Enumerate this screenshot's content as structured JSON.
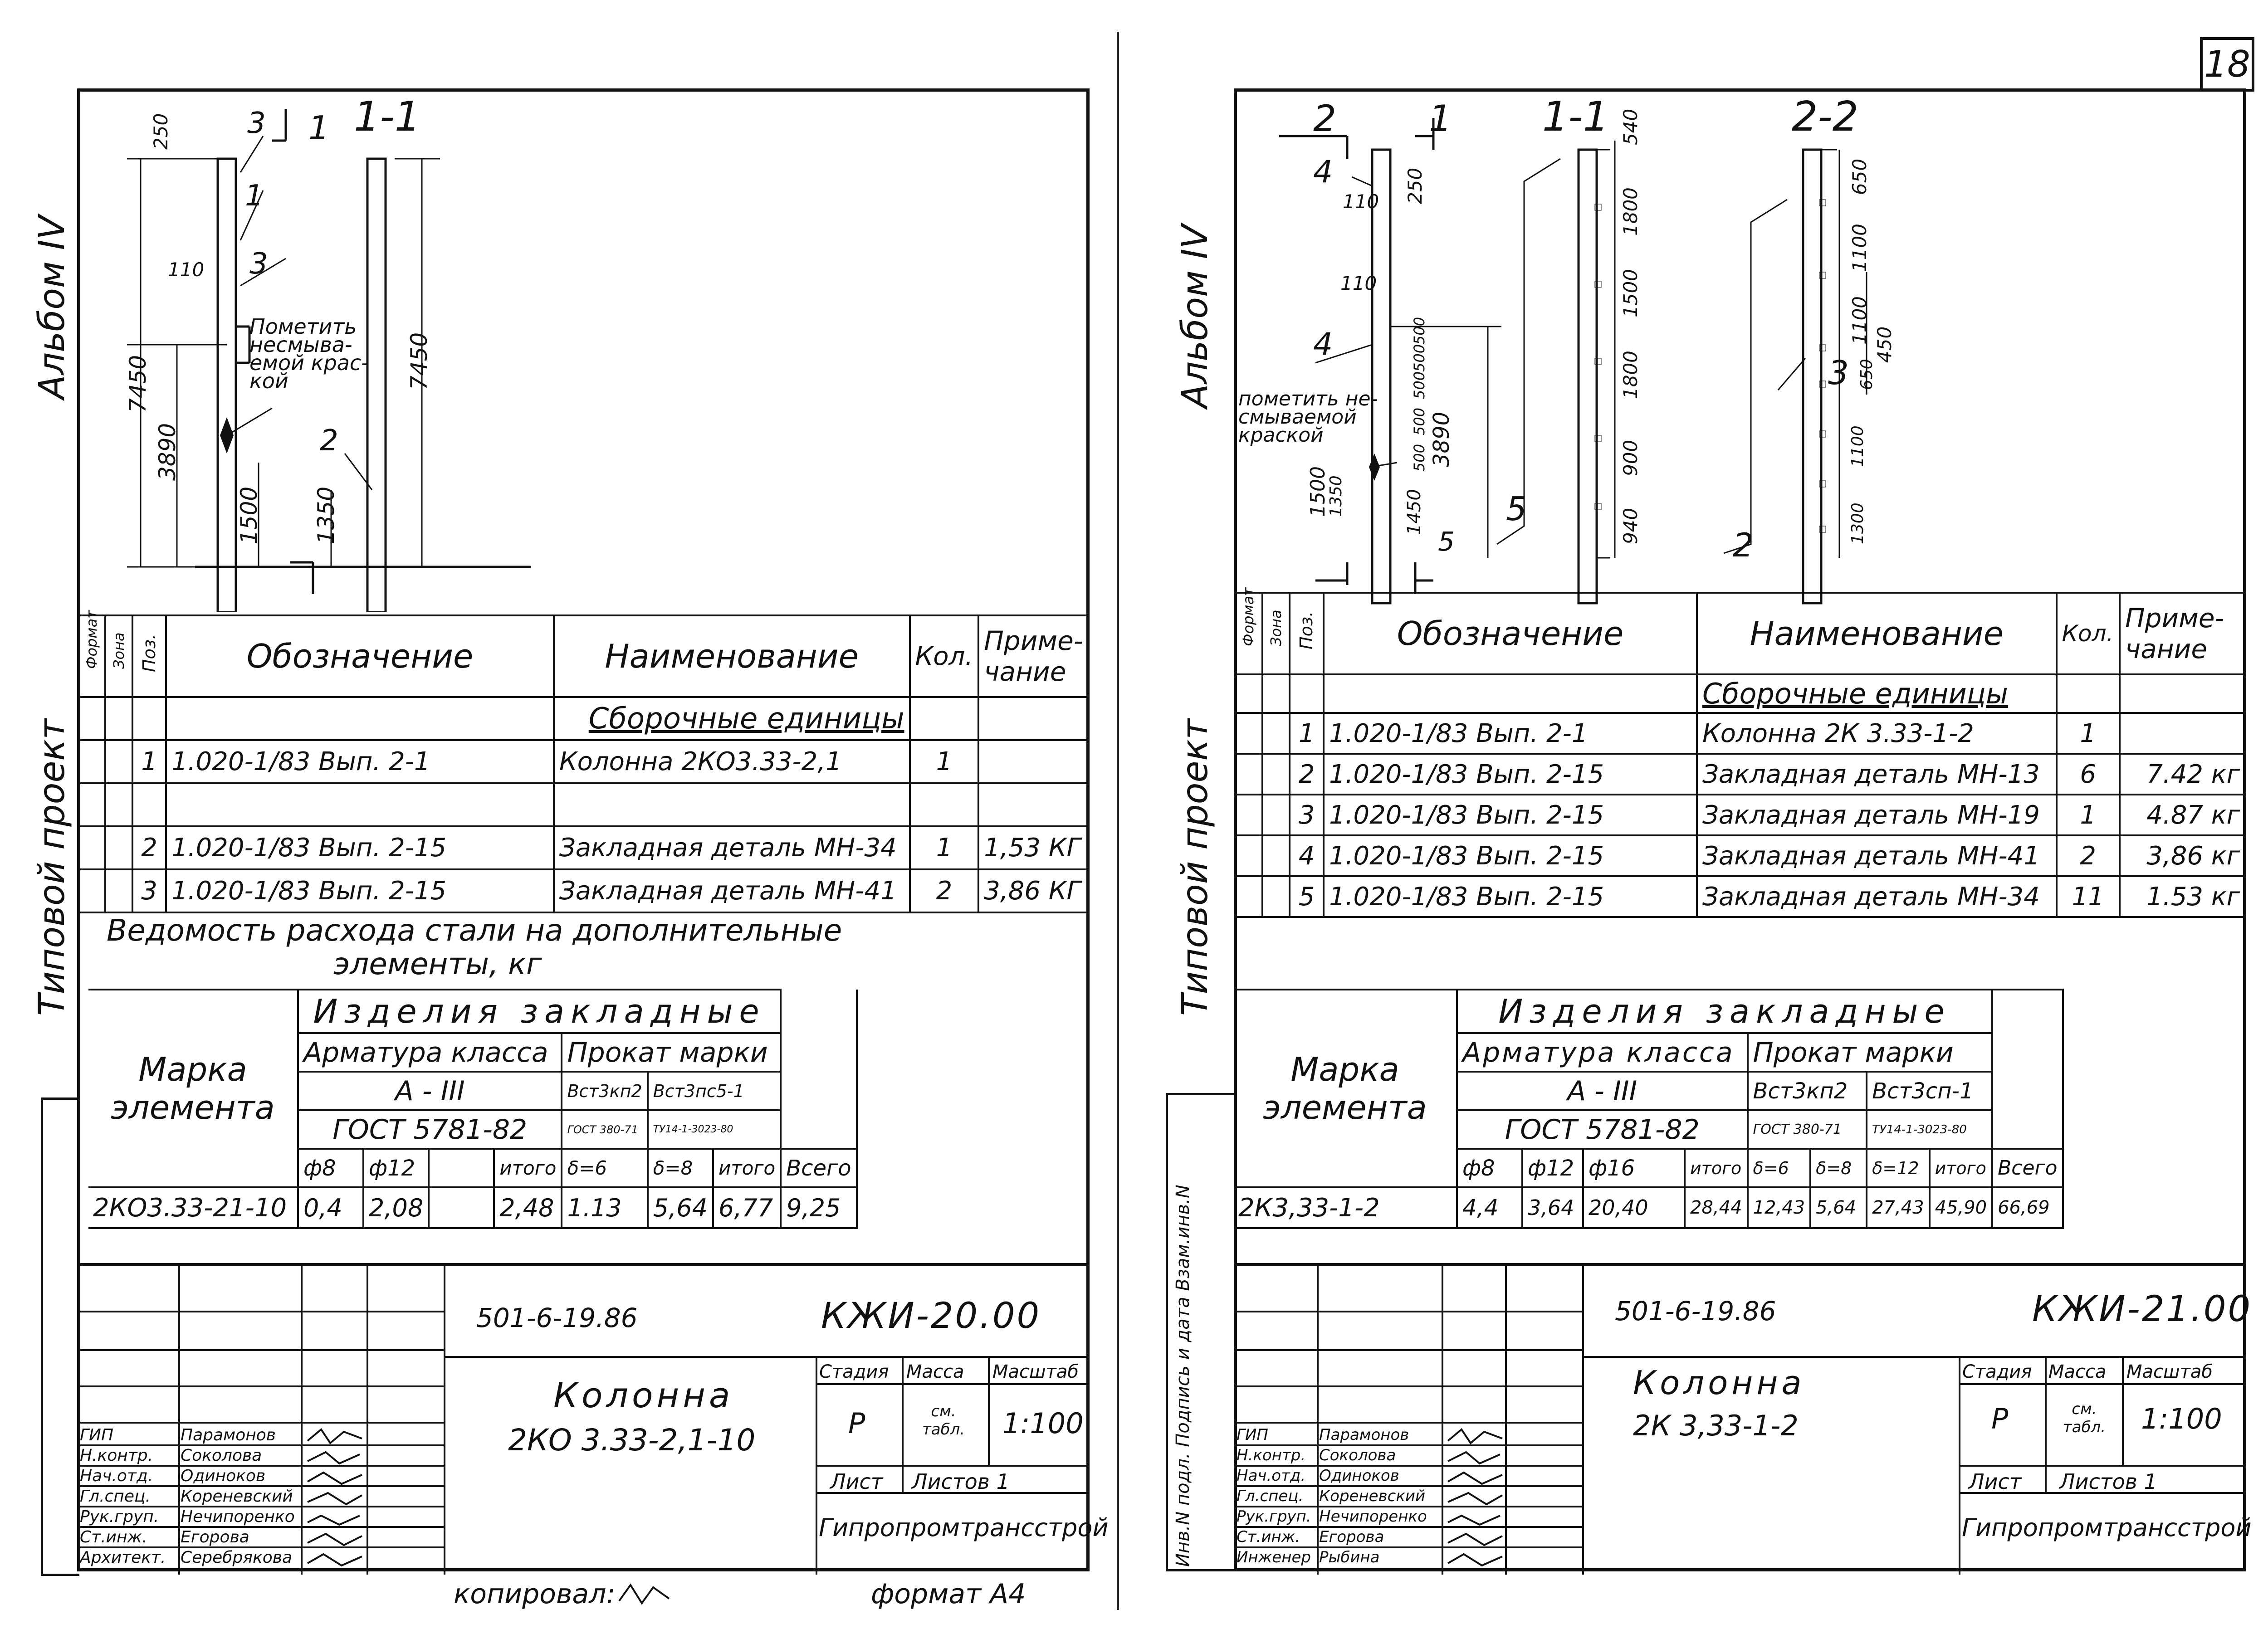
{
  "top": {
    "page_number": "18"
  },
  "left": {
    "side": {
      "album": "Альбом IV",
      "project": "Типовой проект"
    },
    "views": {
      "v1": "1",
      "v11": "1-1",
      "p3a": "3",
      "p1": "1",
      "p3b": "3",
      "p2": "2",
      "note": [
        "Пометить",
        "несмыва-",
        "емой крас-",
        "кой"
      ],
      "dims": [
        "250",
        "110",
        "7450",
        "3890",
        "1500",
        "7450",
        "1350"
      ]
    },
    "spec": {
      "headers": {
        "format": "Формат",
        "zone": "Зона",
        "pos": "Поз.",
        "designation": "Обозначение",
        "name": "Наименование",
        "qty": "Кол.",
        "note": "Приме-чание"
      },
      "section": "Сборочные единицы",
      "rows": [
        {
          "pos": "1",
          "designation": "1.020-1/83 Вып. 2-1",
          "name": "Колонна 2КО3.33-2,1",
          "qty": "1",
          "note": ""
        },
        {
          "pos": "2",
          "designation": "1.020-1/83 Вып. 2-15",
          "name": "Закладная деталь МН-34",
          "qty": "1",
          "note": "1,53 КГ"
        },
        {
          "pos": "3",
          "designation": "1.020-1/83 Вып. 2-15",
          "name": "Закладная деталь МН-41",
          "qty": "2",
          "note": "3,86 КГ"
        }
      ]
    },
    "steel": {
      "title1": "Ведомость расхода стали на дополнительные",
      "title2": "элементы, кг",
      "mark": "Марка элемента",
      "items": "Изделия закладные",
      "rebar": "Арматура класса",
      "profile": "Прокат марки",
      "total": "Всего",
      "class": "А - III",
      "p1": "Вст3кп2",
      "p2": "Вст3пс5-1",
      "gost": "ГОСТ 5781-82",
      "g1": "ГОСТ 380-71",
      "g2": "ТУ14-1-3023-80",
      "h": [
        "ф8",
        "ф12",
        "",
        "итого",
        "δ=6",
        "δ=8",
        "итого"
      ],
      "row": [
        "2КО3.33-21-10",
        "0,4",
        "2,08",
        "",
        "2,48",
        "1.13",
        "5,64",
        "6,77",
        "9,25"
      ]
    },
    "title_block": {
      "code": "501-6-19.86",
      "sheet": "КЖИ-20.00",
      "name1": "Колонна",
      "name2": "2КО 3.33-2,1-10",
      "stage_h": "Стадия",
      "mass_h": "Масса",
      "scale_h": "Масштаб",
      "stage": "Р",
      "mass": "см. табл.",
      "scale": "1:100",
      "list_h": "Лист",
      "lists_h": "Листов 1",
      "org": "Гипропромтрансстрой",
      "roles": [
        {
          "role": "ГИП",
          "name": "Парамонов"
        },
        {
          "role": "Н.контр.",
          "name": "Соколова"
        },
        {
          "role": "Нач.отд.",
          "name": "Одиноков"
        },
        {
          "role": "Гл.спец.",
          "name": "Кореневский"
        },
        {
          "role": "Рук.груп.",
          "name": "Нечипоренко"
        },
        {
          "role": "Ст.инж.",
          "name": "Егорова"
        },
        {
          "role": "Архитект.",
          "name": "Серебрякова"
        }
      ]
    },
    "footer": {
      "copied": "копировал:",
      "format": "формат А4"
    }
  },
  "right": {
    "side": {
      "album": "Альбом IV",
      "project": "Типовой проект",
      "stamp": "Инв.N подл. Подпись и дата Взам.инв.N"
    },
    "views": {
      "v2": "2",
      "v1": "1",
      "v11": "1-1",
      "v22": "2-2",
      "p4a": "4",
      "p4b": "4",
      "p5": "5",
      "p2": "2",
      "p3": "3",
      "p5b": "5",
      "note": [
        "пометить не-",
        "смываемой",
        "краской"
      ],
      "dims": [
        "250",
        "110",
        "110",
        "540",
        "1800",
        "1500",
        "1800",
        "900",
        "940",
        "650",
        "1100",
        "1100",
        "650",
        "1100",
        "1300",
        "450",
        "3890",
        "1500",
        "1350",
        "1450",
        "500",
        "500",
        "500",
        "500",
        "500"
      ]
    },
    "spec": {
      "headers": {
        "format": "Формат",
        "zone": "Зона",
        "pos": "Поз.",
        "designation": "Обозначение",
        "name": "Наименование",
        "qty": "Кол.",
        "note": "Приме-чание"
      },
      "section": "Сборочные единицы",
      "rows": [
        {
          "pos": "1",
          "designation": "1.020-1/83 Вып. 2-1",
          "name": "Колонна 2К 3.33-1-2",
          "qty": "1",
          "note": ""
        },
        {
          "pos": "2",
          "designation": "1.020-1/83 Вып. 2-15",
          "name": "Закладная деталь МН-13",
          "qty": "6",
          "note": "7.42 кг"
        },
        {
          "pos": "3",
          "designation": "1.020-1/83 Вып. 2-15",
          "name": "Закладная деталь МН-19",
          "qty": "1",
          "note": "4.87 кг"
        },
        {
          "pos": "4",
          "designation": "1.020-1/83 Вып. 2-15",
          "name": "Закладная деталь МН-41",
          "qty": "2",
          "note": "3,86 кг"
        },
        {
          "pos": "5",
          "designation": "1.020-1/83 Вып. 2-15",
          "name": "Закладная деталь МН-34",
          "qty": "11",
          "note": "1.53 кг"
        }
      ]
    },
    "steel": {
      "mark": "Марка элемента",
      "items": "Изделия закладные",
      "rebar": "Арматура класса",
      "profile": "Прокат марки",
      "total": "Всего",
      "class": "А - III",
      "p1": "Вст3кп2",
      "p2": "Вст3сп-1",
      "gost": "ГОСТ 5781-82",
      "g1": "ГОСТ 380-71",
      "g2": "ТУ14-1-3023-80",
      "h": [
        "ф8",
        "ф12",
        "ф16",
        "итого",
        "δ=6",
        "δ=8",
        "δ=12",
        "итого"
      ],
      "row": [
        "2К3,33-1-2",
        "4,4",
        "3,64",
        "20,40",
        "28,44",
        "12,43",
        "5,64",
        "27,43",
        "45,90",
        "66,69"
      ]
    },
    "title_block": {
      "code": "501-6-19.86",
      "sheet": "КЖИ-21.00",
      "name1": "Колонна",
      "name2": "2К 3,33-1-2",
      "stage_h": "Стадия",
      "mass_h": "Масса",
      "scale_h": "Масштаб",
      "stage": "Р",
      "mass": "см. табл.",
      "scale": "1:100",
      "list_h": "Лист",
      "lists_h": "Листов 1",
      "org": "Гипропромтрансстрой",
      "roles": [
        {
          "role": "ГИП",
          "name": "Парамонов"
        },
        {
          "role": "Н.контр.",
          "name": "Соколова"
        },
        {
          "role": "Нач.отд.",
          "name": "Одиноков"
        },
        {
          "role": "Гл.спец.",
          "name": "Кореневский"
        },
        {
          "role": "Рук.груп.",
          "name": "Нечипоренко"
        },
        {
          "role": "Ст.инж.",
          "name": "Егорова"
        },
        {
          "role": "Инженер",
          "name": "Рыбина"
        }
      ]
    }
  }
}
